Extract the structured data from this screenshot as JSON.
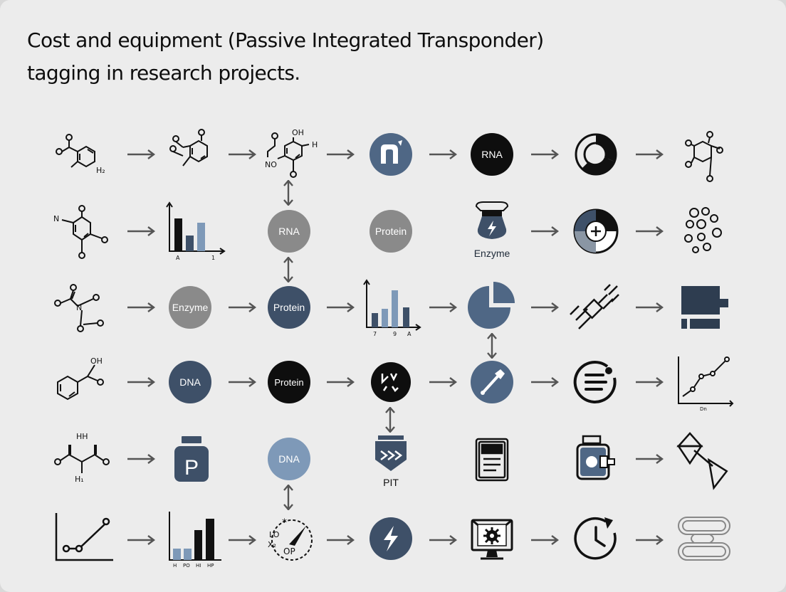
{
  "title": {
    "line1": "Cost and equipment (Passive Integrated Transponder)",
    "line2": "tagging in research projects."
  },
  "colors": {
    "background": "#ececec",
    "text": "#0d0d0d",
    "arrow": "#555555",
    "icon_black": "#0e0e0e",
    "icon_navy": "#3e5068",
    "icon_slate": "#4f6785",
    "icon_blue": "#7e99b8",
    "icon_gray": "#8a8a8a"
  },
  "labels": {
    "r1c5": "RNA",
    "r2c3": "RNA",
    "r2c4": "Protein",
    "r2c5": "Enzyme",
    "r3c2": "Enzyme",
    "r3c3": "Protein",
    "r4c2": "DNA",
    "r4c3": "Protein",
    "r5c3": "DNA",
    "r5c4": "PIT"
  },
  "molecule_text": {
    "r1c1": "H₂",
    "r1c3a": "OH",
    "r1c3b": "H",
    "r1c3c": "NO",
    "r2c1": "N",
    "r4c1": "OH",
    "r5c1a": "HH",
    "r5c1b": "H₁",
    "r6c3a": "LO",
    "r6c3b": "X₂",
    "r6c3c": "OP"
  },
  "chart_ticks": {
    "r2c2": [
      "A",
      "1"
    ],
    "r3c4": [
      "7",
      "9",
      "A"
    ],
    "r4c7": [
      "Dn"
    ],
    "r6c2": [
      "H",
      "PO",
      "HI",
      "HP"
    ]
  },
  "icons": {
    "r1c1": "benzene-ring-molecule-icon",
    "r1c2": "cyclohexenone-molecule-icon",
    "r1c3": "fused-ring-molecule-icon",
    "r1c4": "logo-badge-icon",
    "r1c6": "donut-chart-icon",
    "r1c7": "hexose-ring-molecule-icon",
    "r2c1": "quinone-molecule-icon",
    "r2c2": "bar-chart-icon",
    "r2c5": "enzyme-flask-icon",
    "r2c6": "segmented-pie-icon",
    "r2c7": "molecule-cluster-icon",
    "r3c1": "branched-molecule-icon",
    "r3c4": "bar-chart-icon",
    "r3c5": "pie-chart-icon",
    "r3c6": "syringe-injector-icon",
    "r3c7": "block-shape-icon",
    "r4c1": "benzoic-acid-molecule-icon",
    "r4c4": "pit-reader-icon",
    "r4c5": "tagging-tool-icon",
    "r4c6": "list-badge-icon",
    "r4c7": "line-chart-icon",
    "r5c1": "diketone-molecule-icon",
    "r5c2": "p-bottle-icon",
    "r5c4": "pit-tag-icon",
    "r5c5": "document-scanner-icon",
    "r5c6": "scanner-device-icon",
    "r5c7": "triangles-icon",
    "r6c1": "line-chart-icon",
    "r6c2": "bar-chart-icon",
    "r6c3": "dial-gauge-icon",
    "r6c4": "lightning-icon",
    "r6c5": "monitor-gear-icon",
    "r6c6": "clock-icon",
    "r6c7": "chain-links-icon"
  }
}
